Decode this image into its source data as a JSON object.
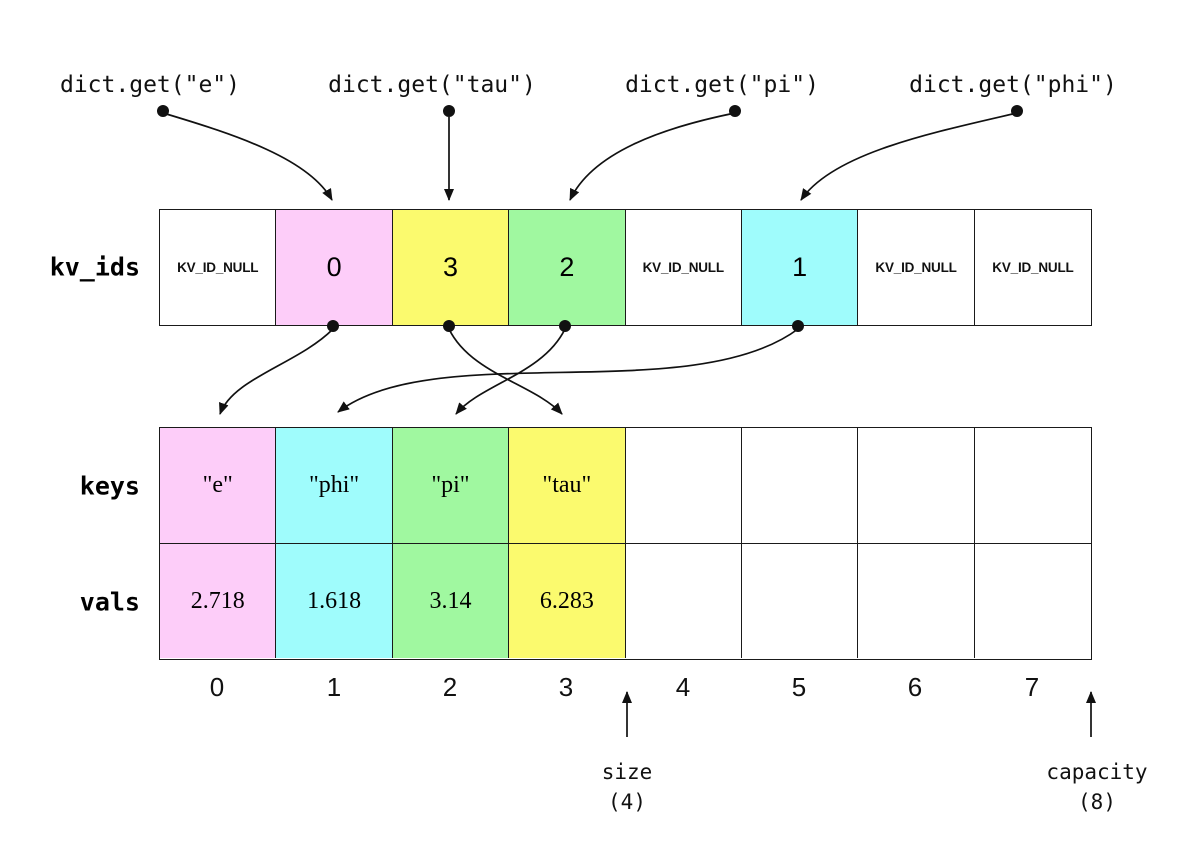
{
  "palette": {
    "pink": "#fdcdf9",
    "yellow": "#fbfa6e",
    "green": "#a0f8a0",
    "cyan": "#9ffcfc",
    "white": "#ffffff",
    "line": "#111111"
  },
  "queries": [
    {
      "label": "dict.get(\"e\")"
    },
    {
      "label": "dict.get(\"tau\")"
    },
    {
      "label": "dict.get(\"pi\")"
    },
    {
      "label": "dict.get(\"phi\")"
    }
  ],
  "arrays": {
    "kv_ids": {
      "label": "kv_ids",
      "cells": [
        {
          "text": "KV_ID_NULL",
          "color": "#ffffff"
        },
        {
          "text": "0",
          "color": "#fdcdf9"
        },
        {
          "text": "3",
          "color": "#fbfa6e"
        },
        {
          "text": "2",
          "color": "#a0f8a0"
        },
        {
          "text": "KV_ID_NULL",
          "color": "#ffffff"
        },
        {
          "text": "1",
          "color": "#9ffcfc"
        },
        {
          "text": "KV_ID_NULL",
          "color": "#ffffff"
        },
        {
          "text": "KV_ID_NULL",
          "color": "#ffffff"
        }
      ]
    },
    "keys": {
      "label": "keys",
      "cells": [
        {
          "text": "\"e\"",
          "color": "#fdcdf9"
        },
        {
          "text": "\"phi\"",
          "color": "#9ffcfc"
        },
        {
          "text": "\"pi\"",
          "color": "#a0f8a0"
        },
        {
          "text": "\"tau\"",
          "color": "#fbfa6e"
        },
        {
          "text": "",
          "color": "#ffffff"
        },
        {
          "text": "",
          "color": "#ffffff"
        },
        {
          "text": "",
          "color": "#ffffff"
        },
        {
          "text": "",
          "color": "#ffffff"
        }
      ]
    },
    "vals": {
      "label": "vals",
      "cells": [
        {
          "text": "2.718",
          "color": "#fdcdf9"
        },
        {
          "text": "1.618",
          "color": "#9ffcfc"
        },
        {
          "text": "3.14",
          "color": "#a0f8a0"
        },
        {
          "text": "6.283",
          "color": "#fbfa6e"
        },
        {
          "text": "",
          "color": "#ffffff"
        },
        {
          "text": "",
          "color": "#ffffff"
        },
        {
          "text": "",
          "color": "#ffffff"
        },
        {
          "text": "",
          "color": "#ffffff"
        }
      ]
    }
  },
  "indices": [
    "0",
    "1",
    "2",
    "3",
    "4",
    "5",
    "6",
    "7"
  ],
  "annotations": {
    "size": {
      "label": "size",
      "value": "(4)"
    },
    "capacity": {
      "label": "capacity",
      "value": "(8)"
    }
  }
}
